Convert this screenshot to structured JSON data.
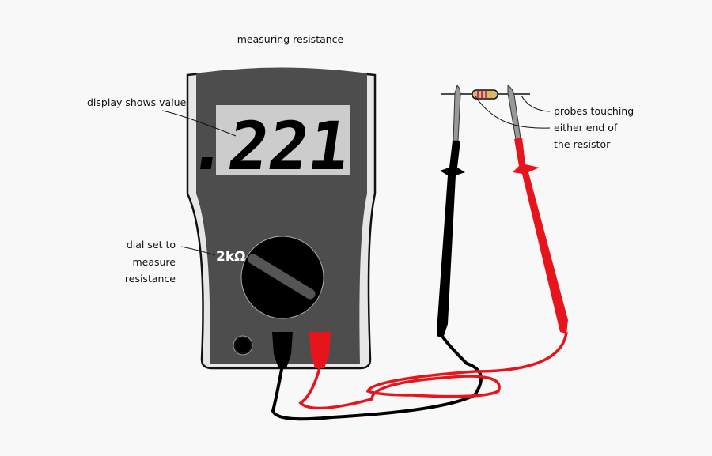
{
  "title": "measuring resistance",
  "display": {
    "reading": ".221",
    "label": "display shows value"
  },
  "dial": {
    "setting": "2kΩ",
    "label_lines": [
      "dial set to",
      "measure",
      "resistance"
    ]
  },
  "probes": {
    "label_lines": [
      "probes touching",
      "either end of",
      "the resistor"
    ]
  },
  "colors": {
    "body": "#4d4d4d",
    "shell": "#e6e6e6",
    "display": "#cccccc",
    "red_lead": "#e8141c",
    "black_lead": "#000000",
    "background": "#f8f8f8"
  },
  "icons": [
    "multimeter",
    "rotary-dial",
    "test-probe-black",
    "test-probe-red",
    "resistor"
  ]
}
